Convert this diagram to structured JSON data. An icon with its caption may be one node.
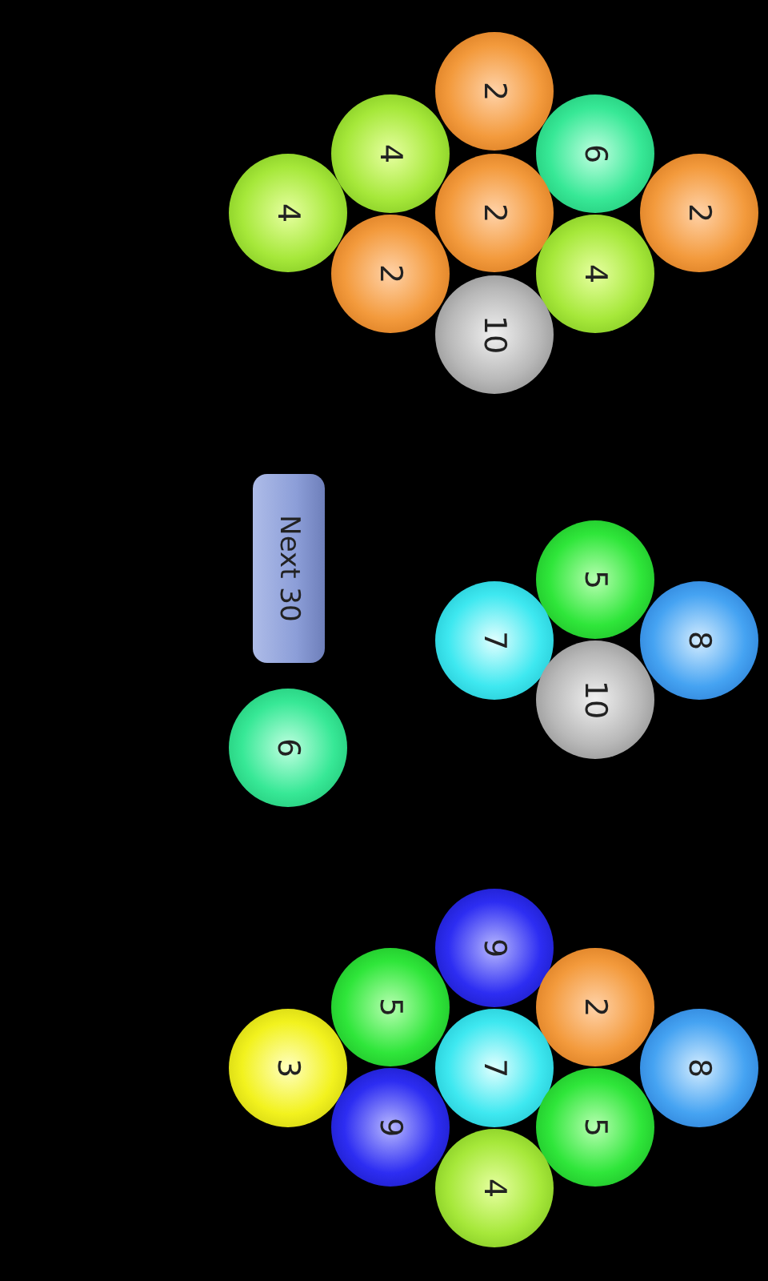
{
  "diagram": {
    "nodes": [
      {
        "text": [
          "2"
        ]
      },
      {
        "text": [
          "4"
        ]
      },
      {
        "text": [
          "6"
        ]
      },
      {
        "text": [
          "4"
        ]
      },
      {
        "text": [
          "2"
        ]
      },
      {
        "text": [
          "2"
        ]
      },
      {
        "text": [
          "2"
        ]
      },
      {
        "text": [
          "4"
        ]
      },
      {
        "text": [
          "10"
        ]
      },
      {
        "text": [
          "Next 30"
        ]
      },
      {
        "text": [
          "5"
        ]
      },
      {
        "text": [
          "7"
        ]
      },
      {
        "text": [
          "8"
        ]
      },
      {
        "text": [
          "10"
        ]
      },
      {
        "text": [
          "6"
        ]
      },
      {
        "text": [
          "9"
        ]
      },
      {
        "text": [
          "5"
        ]
      },
      {
        "text": [
          "2"
        ]
      },
      {
        "text": [
          "3"
        ]
      },
      {
        "text": [
          "7"
        ]
      },
      {
        "text": [
          "8"
        ]
      },
      {
        "text": [
          "9"
        ]
      },
      {
        "text": [
          "5"
        ]
      },
      {
        "text": [
          "4"
        ]
      }
    ]
  }
}
